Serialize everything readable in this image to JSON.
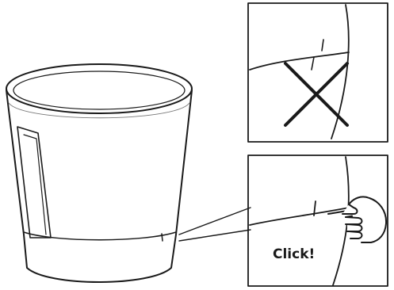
{
  "diagram": {
    "kind": "assembly-instruction",
    "panels": [
      {
        "id": "incorrect",
        "marker": "x-mark",
        "meaning": "wrong"
      },
      {
        "id": "correct",
        "marker": "pointing-hand",
        "label": "Click!"
      }
    ],
    "colors": {
      "ink": "#1a1a1a",
      "paper": "#ffffff"
    }
  }
}
